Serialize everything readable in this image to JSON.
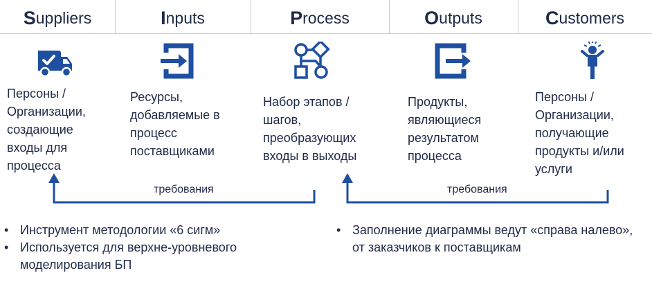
{
  "columns": [
    {
      "letter": "S",
      "rest": "uppliers",
      "icon": "truck-checkmark-icon",
      "lines": [
        "Персоны /",
        "Организации,",
        "создающие",
        "входы для",
        "процесса"
      ]
    },
    {
      "letter": "I",
      "rest": "nputs",
      "icon": "sign-in-arrow-icon",
      "lines": [
        "Ресурсы,",
        "добавляемые в",
        "процесс",
        "поставщиками"
      ]
    },
    {
      "letter": "P",
      "rest": "rocess",
      "icon": "process-flow-icon",
      "lines": [
        "Набор этапов /",
        "шагов,",
        "преобразующих",
        "входы в выходы"
      ]
    },
    {
      "letter": "O",
      "rest": "utputs",
      "icon": "sign-out-arrow-icon",
      "lines": [
        "Продукты,",
        "являющиеся",
        "результатом",
        "процесса"
      ]
    },
    {
      "letter": "C",
      "rest": "ustomers",
      "icon": "happy-person-icon",
      "lines": [
        "Персоны /",
        "Организации,",
        "получающие",
        "продукты и/или",
        "услуги"
      ]
    }
  ],
  "requirements": {
    "left": "требования",
    "right": "требования"
  },
  "bullets_left": [
    "Инструмент методологии «6 сигм»",
    "Используется для верхне-уровневого моделирования БП"
  ],
  "bullets_right": [
    "Заполнение диаграммы ведут «справа налево», от заказчиков к поставщикам"
  ],
  "colors": {
    "primary": "#1f2a48",
    "icon_blue": "#1e4fa0",
    "divider": "#c8ccd6"
  }
}
